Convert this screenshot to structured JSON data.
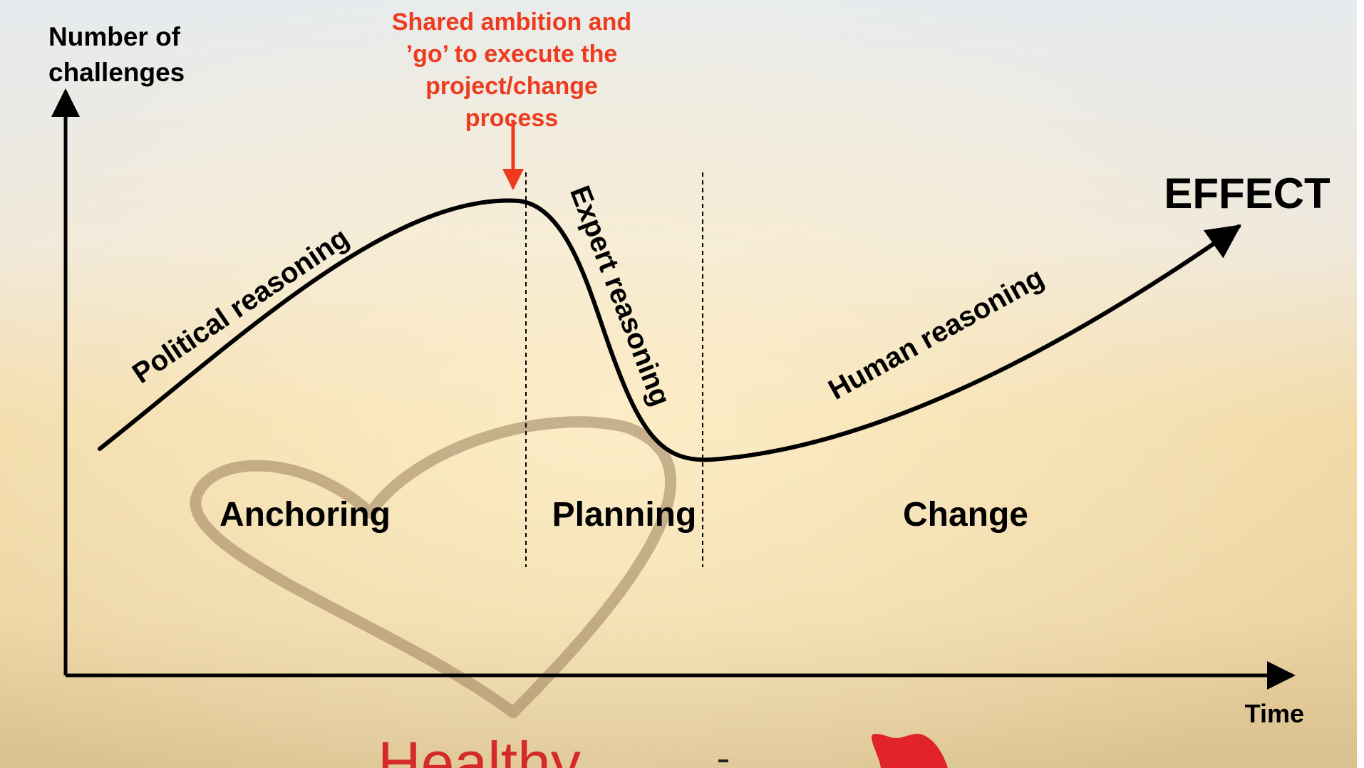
{
  "axes": {
    "y_label_line1": "Number of",
    "y_label_line2": "challenges",
    "x_label": "Time"
  },
  "callout": {
    "line1": "Shared ambition and",
    "line2": "’go’ to execute the",
    "line3": "project/change",
    "line4": "process"
  },
  "curve_labels": {
    "political": "Political reasoning",
    "expert": "Expert reasoning",
    "human": "Human reasoning"
  },
  "phases": {
    "anchoring": "Anchoring",
    "planning": "Planning",
    "change": "Change"
  },
  "effect": "EFFECT",
  "footer": {
    "brand_text": "Healthy"
  },
  "colors": {
    "callout": "#ee3a1e",
    "brand": "#d42a2a",
    "ink": "#000000"
  },
  "icons": {
    "heart": "heart-in-sand-icon",
    "apple": "apple-logo-icon"
  }
}
